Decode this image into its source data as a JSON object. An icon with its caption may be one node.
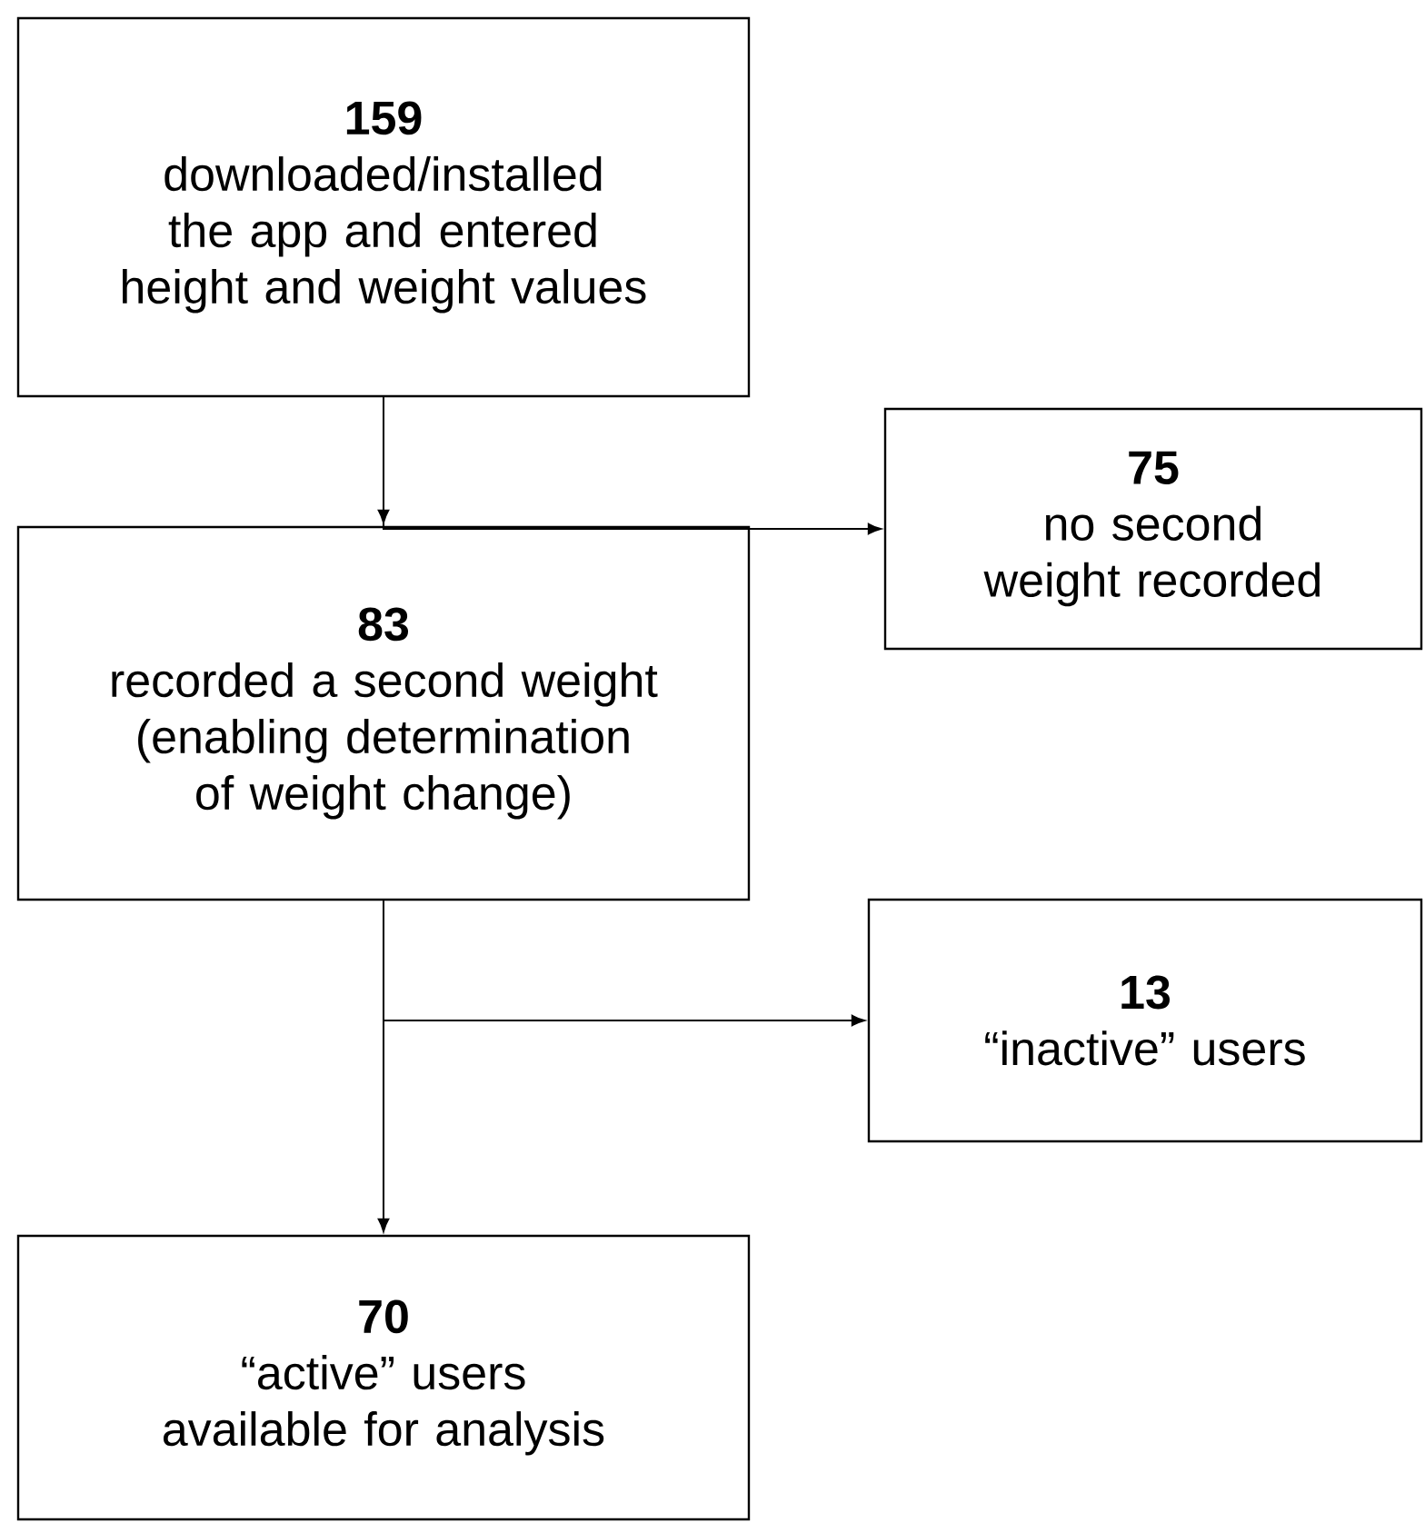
{
  "diagram": {
    "nodes": [
      {
        "text": [
          "159",
          "downloaded/installed the app and entered height and weight values"
        ]
      },
      {
        "text": [
          "75",
          "no second weight recorded"
        ]
      },
      {
        "text": [
          "83",
          "recorded a second weight (enabling determination of weight change)"
        ]
      },
      {
        "text": [
          "13",
          "“inactive” users"
        ]
      },
      {
        "text": [
          "70",
          "“active” users available for analysis"
        ]
      }
    ],
    "edges": [
      {
        "from": 0,
        "to": 2,
        "arrow": "to"
      },
      {
        "from": 0,
        "to": 1,
        "arrow": "to"
      },
      {
        "from": 2,
        "to": 4,
        "arrow": "to"
      },
      {
        "from": 2,
        "to": 3,
        "arrow": "to"
      }
    ]
  }
}
